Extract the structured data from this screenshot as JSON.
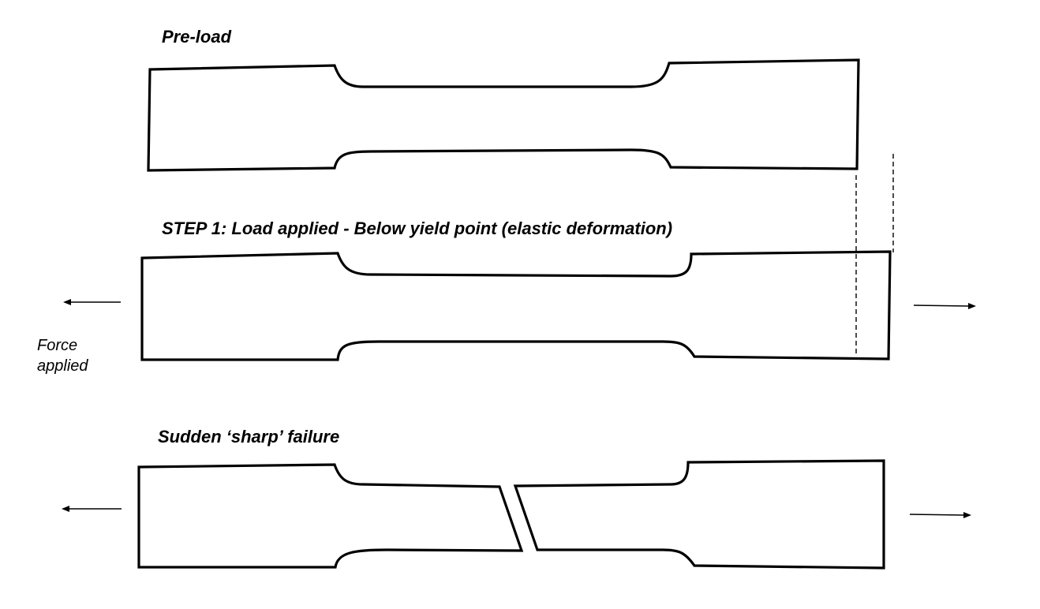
{
  "labels": {
    "pre_load": "Pre-load",
    "step1": "STEP 1: Load applied - Below yield point (elastic deformation)",
    "failure": "Sudden ‘sharp’  failure",
    "force_line1": "Force",
    "force_line2": "applied"
  },
  "colors": {
    "stroke": "#000000",
    "background": "#ffffff"
  }
}
